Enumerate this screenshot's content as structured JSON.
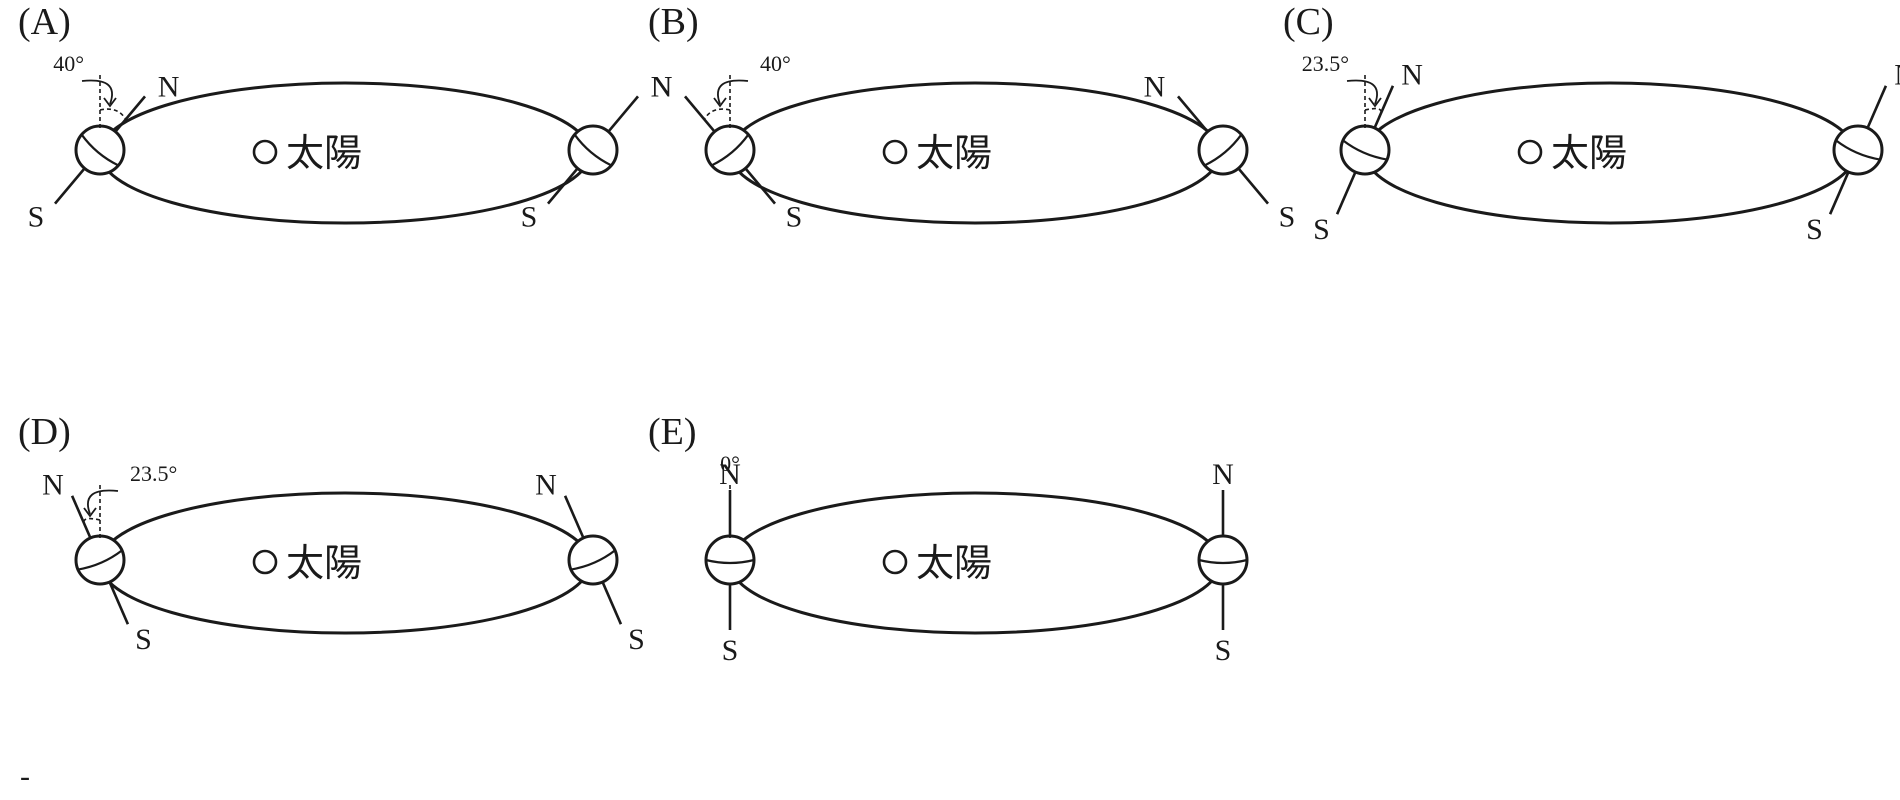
{
  "panels": [
    {
      "id": "A",
      "label": "(A)",
      "tilt_deg": 40,
      "angle_label": "40°",
      "sun_label": "太陽",
      "left_planet": {
        "north": "N",
        "south": "S"
      },
      "right_planet": {
        "north": "N",
        "south": "S"
      }
    },
    {
      "id": "B",
      "label": "(B)",
      "tilt_deg": -40,
      "angle_label": "40°",
      "sun_label": "太陽",
      "left_planet": {
        "north": "N",
        "south": "S"
      },
      "right_planet": {
        "north": "N",
        "south": "S"
      }
    },
    {
      "id": "C",
      "label": "(C)",
      "tilt_deg": 23.5,
      "angle_label": "23.5°",
      "sun_label": "太陽",
      "left_planet": {
        "north": "N",
        "south": "S"
      },
      "right_planet": {
        "north": "N",
        "south": "S"
      }
    },
    {
      "id": "D",
      "label": "(D)",
      "tilt_deg": -23.5,
      "angle_label": "23.5°",
      "sun_label": "太陽",
      "left_planet": {
        "north": "N",
        "south": "S"
      },
      "right_planet": {
        "north": "N",
        "south": "S"
      }
    },
    {
      "id": "E",
      "label": "(E)",
      "tilt_deg": 0,
      "angle_label": "0°",
      "sun_label": "太陽",
      "left_planet": {
        "north": "N",
        "south": "S"
      },
      "right_planet": {
        "north": "N",
        "south": "S"
      }
    }
  ],
  "footer_mark": "-"
}
